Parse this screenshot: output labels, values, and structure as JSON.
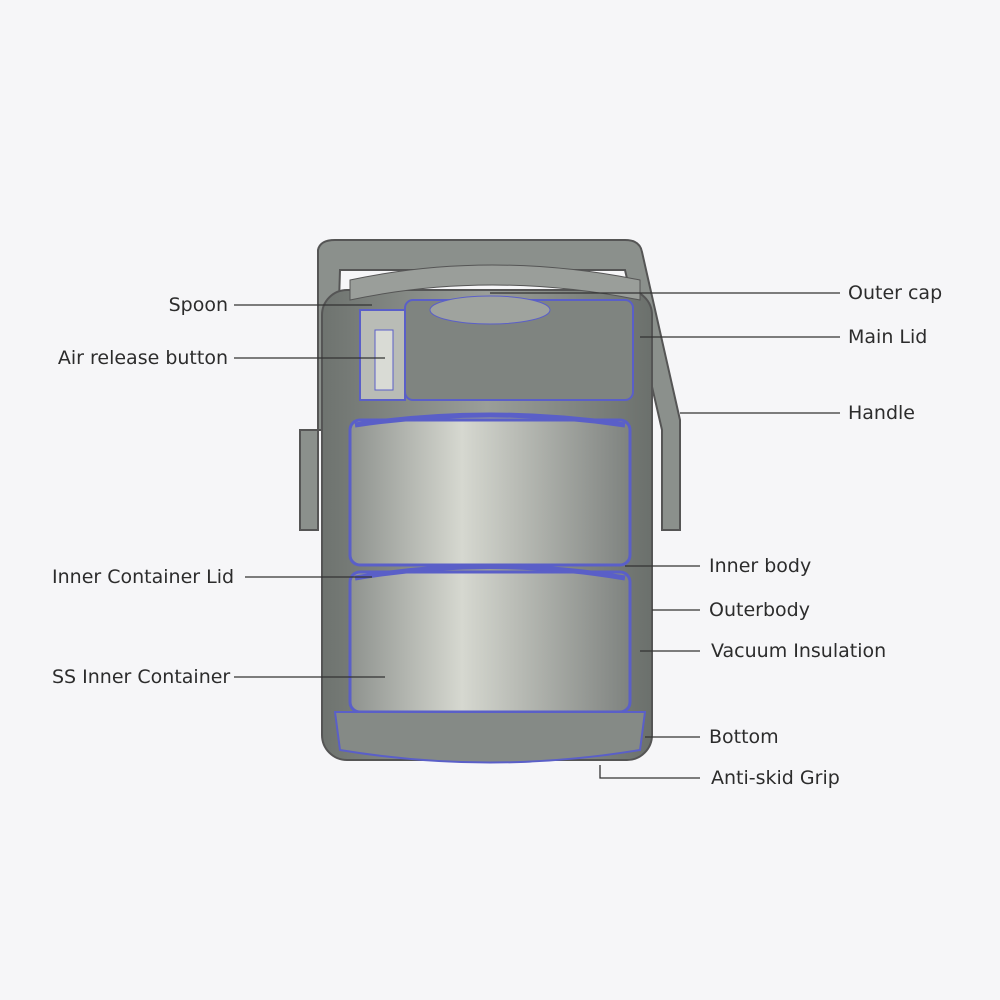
{
  "labels_left": [
    {
      "id": "spoon",
      "text": "Spoon"
    },
    {
      "id": "air-release-button",
      "text": "Air release button"
    },
    {
      "id": "inner-container-lid",
      "text": "Inner Container Lid"
    },
    {
      "id": "ss-inner-container",
      "text": "SS Inner Container"
    }
  ],
  "labels_right": [
    {
      "id": "outer-cap",
      "text": "Outer cap"
    },
    {
      "id": "main-lid",
      "text": "Main Lid"
    },
    {
      "id": "handle",
      "text": "Handle"
    },
    {
      "id": "inner-body",
      "text": "Inner body"
    },
    {
      "id": "outerbody",
      "text": "Outerbody"
    },
    {
      "id": "vacuum-insulation",
      "text": "Vacuum Insulation"
    },
    {
      "id": "bottom",
      "text": "Bottom"
    },
    {
      "id": "anti-skid-grip",
      "text": "Anti-skid Grip"
    }
  ],
  "colors": {
    "body": "#8a8f8c",
    "inner": "#c9ccc4",
    "outline": "#5a5fc8",
    "line": "#333333"
  }
}
